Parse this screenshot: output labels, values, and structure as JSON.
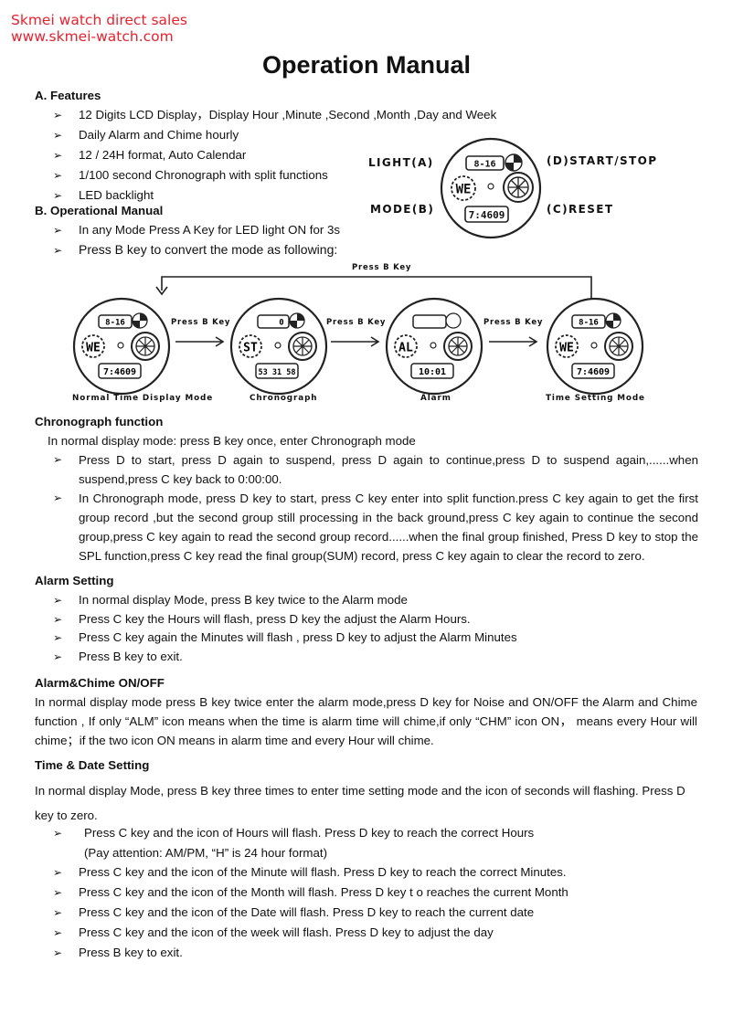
{
  "header": {
    "company": "Skmei watch direct sales",
    "website": "www.skmei-watch.com"
  },
  "title": "Operation Manual",
  "features": {
    "heading": "A. Features",
    "items": [
      "12 Digits LCD Display，Display Hour ,Minute ,Second ,Month ,Day and Week",
      "Daily Alarm and Chime hourly",
      "12 / 24H format, Auto Calendar",
      "1/100 second Chronograph with split functions",
      "LED backlight"
    ]
  },
  "operational": {
    "heading": "B. Operational Manual",
    "items": [
      "In any Mode Press A Key for LED light ON for 3s",
      "Press B key to convert the mode as following:"
    ]
  },
  "watch": {
    "button_a": "LIGHT(A)",
    "button_b": "MODE(B)",
    "button_d": "(D)START/STOP",
    "button_c": "(C)RESET",
    "date": "8-16",
    "day": "WE",
    "time": "7:4609"
  },
  "flow": {
    "top_label": "Press B Key",
    "arrow_label": "Press B Key",
    "modes": [
      {
        "caption": "Normal Time Display Mode",
        "top": "8-16",
        "mid": "WE",
        "bottom": "7:4609"
      },
      {
        "caption": "Chronograph",
        "top": "0",
        "mid": "ST",
        "bottom": "53 31 58"
      },
      {
        "caption": "Alarm",
        "top": "",
        "mid": "AL",
        "bottom": "10:01"
      },
      {
        "caption": "Time Setting Mode",
        "top": "8-16",
        "mid": "WE",
        "bottom": "7:4609"
      }
    ]
  },
  "chronograph": {
    "heading": "Chronograph function",
    "intro": "In normal display mode: press B key once, enter Chronograph mode",
    "items": [
      "Press D to start, press D again to suspend, press D again to continue,press D to suspend again,......when suspend,press C key back to 0:00:00.",
      "In Chronograph mode, press D key to start, press C key enter into split function.press C key again to get the first group record ,but the second group still processing in the back ground,press C key again to continue the second group,press C key again to read the second group record......when the final group finished, Press D key to stop the SPL function,press C key read the final group(SUM) record, press C key again to clear the record to zero."
    ]
  },
  "alarm": {
    "heading": "Alarm Setting",
    "items": [
      "In normal display Mode, press B key twice to the Alarm mode",
      "Press C key the Hours will flash, press D key the adjust the Alarm Hours.",
      "Press C key again the Minutes will flash , press D key to adjust the Alarm Minutes",
      "Press B key to exit."
    ]
  },
  "chime": {
    "heading": "Alarm&Chime ON/OFF",
    "text": "In normal display mode press B key twice enter the alarm mode,press D key for Noise and ON/OFF the Alarm and Chime function , If only “ALM” icon means when the time is alarm time will chime,if only “CHM” icon ON， means every Hour will chime；if the two icon ON means in alarm time and every Hour will chime."
  },
  "timedate": {
    "heading": "Time & Date Setting",
    "intro": "In normal display Mode, press B key three times to enter time setting mode and the icon of seconds will flashing. Press D key to zero.",
    "first": "Press C key and the icon of Hours will flash. Press D key to reach the correct Hours",
    "note": "(Pay attention: AM/PM, “H” is 24 hour format)",
    "items": [
      "Press C key and the icon of the Minute will flash. Press D key to reach the correct Minutes.",
      "Press C key and the icon of the Month will flash. Press D key t o reaches the current Month",
      "Press C key and the icon of the Date will flash. Press D key to reach the current date",
      "Press C key and the icon of the week will flash. Press D key to adjust the day",
      "Press B key to exit."
    ]
  },
  "bullet": "➢"
}
